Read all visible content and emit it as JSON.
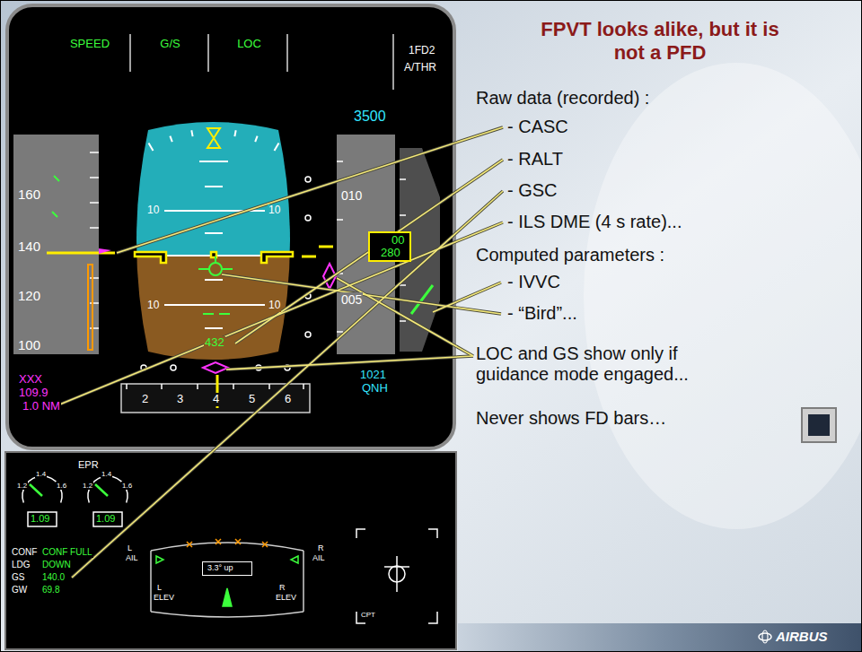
{
  "diagram": {
    "title": "FPVT looks alike, but it is not a PFD",
    "nodes": [
      {
        "text": [
          "SPEED"
        ]
      },
      {
        "text": [
          "G/S"
        ]
      },
      {
        "text": [
          "LOC"
        ]
      },
      {
        "text": [
          "1FD2",
          "A/THR"
        ]
      },
      {
        "text": [
          "160",
          "140",
          "120",
          "100"
        ]
      },
      {
        "text": [
          "010",
          "005"
        ]
      },
      {
        "text": [
          "00",
          "280"
        ],
        "in": 5
      },
      {
        "text": [
          "1.4",
          "1.2",
          "1.6",
          "1.09"
        ]
      },
      {
        "text": [
          "1.4",
          "1.2",
          "1.6",
          "1.09"
        ]
      },
      {
        "text": [
          "L",
          "AIL",
          "R",
          "AIL",
          "L",
          "ELEV",
          "R",
          "ELEV"
        ]
      },
      {
        "text": [
          "3.3° up"
        ],
        "in": 9
      },
      {
        "text": [
          "CPT"
        ]
      }
    ],
    "labels": [
      "Raw data (recorded) :",
      "- CASC",
      "- RALT",
      "- GSC",
      "- ILS DME (4 s rate)...",
      "Computed parameters :",
      "- IVVC",
      "- “Bird”...",
      "LOC and GS show only if guidance mode engaged...",
      "Never shows FD bars…",
      "AIRBUS",
      "3500",
      "10",
      "10",
      "10",
      "10",
      "432",
      "XXX",
      "109.9",
      "1.0 NM",
      "2",
      "3",
      "4",
      "5",
      "6",
      "1021",
      "QNH",
      "EPR",
      "CONF",
      "CONF FULL",
      "LDG",
      "DOWN",
      "GS",
      "140.0",
      "GW",
      "69.8"
    ]
  }
}
